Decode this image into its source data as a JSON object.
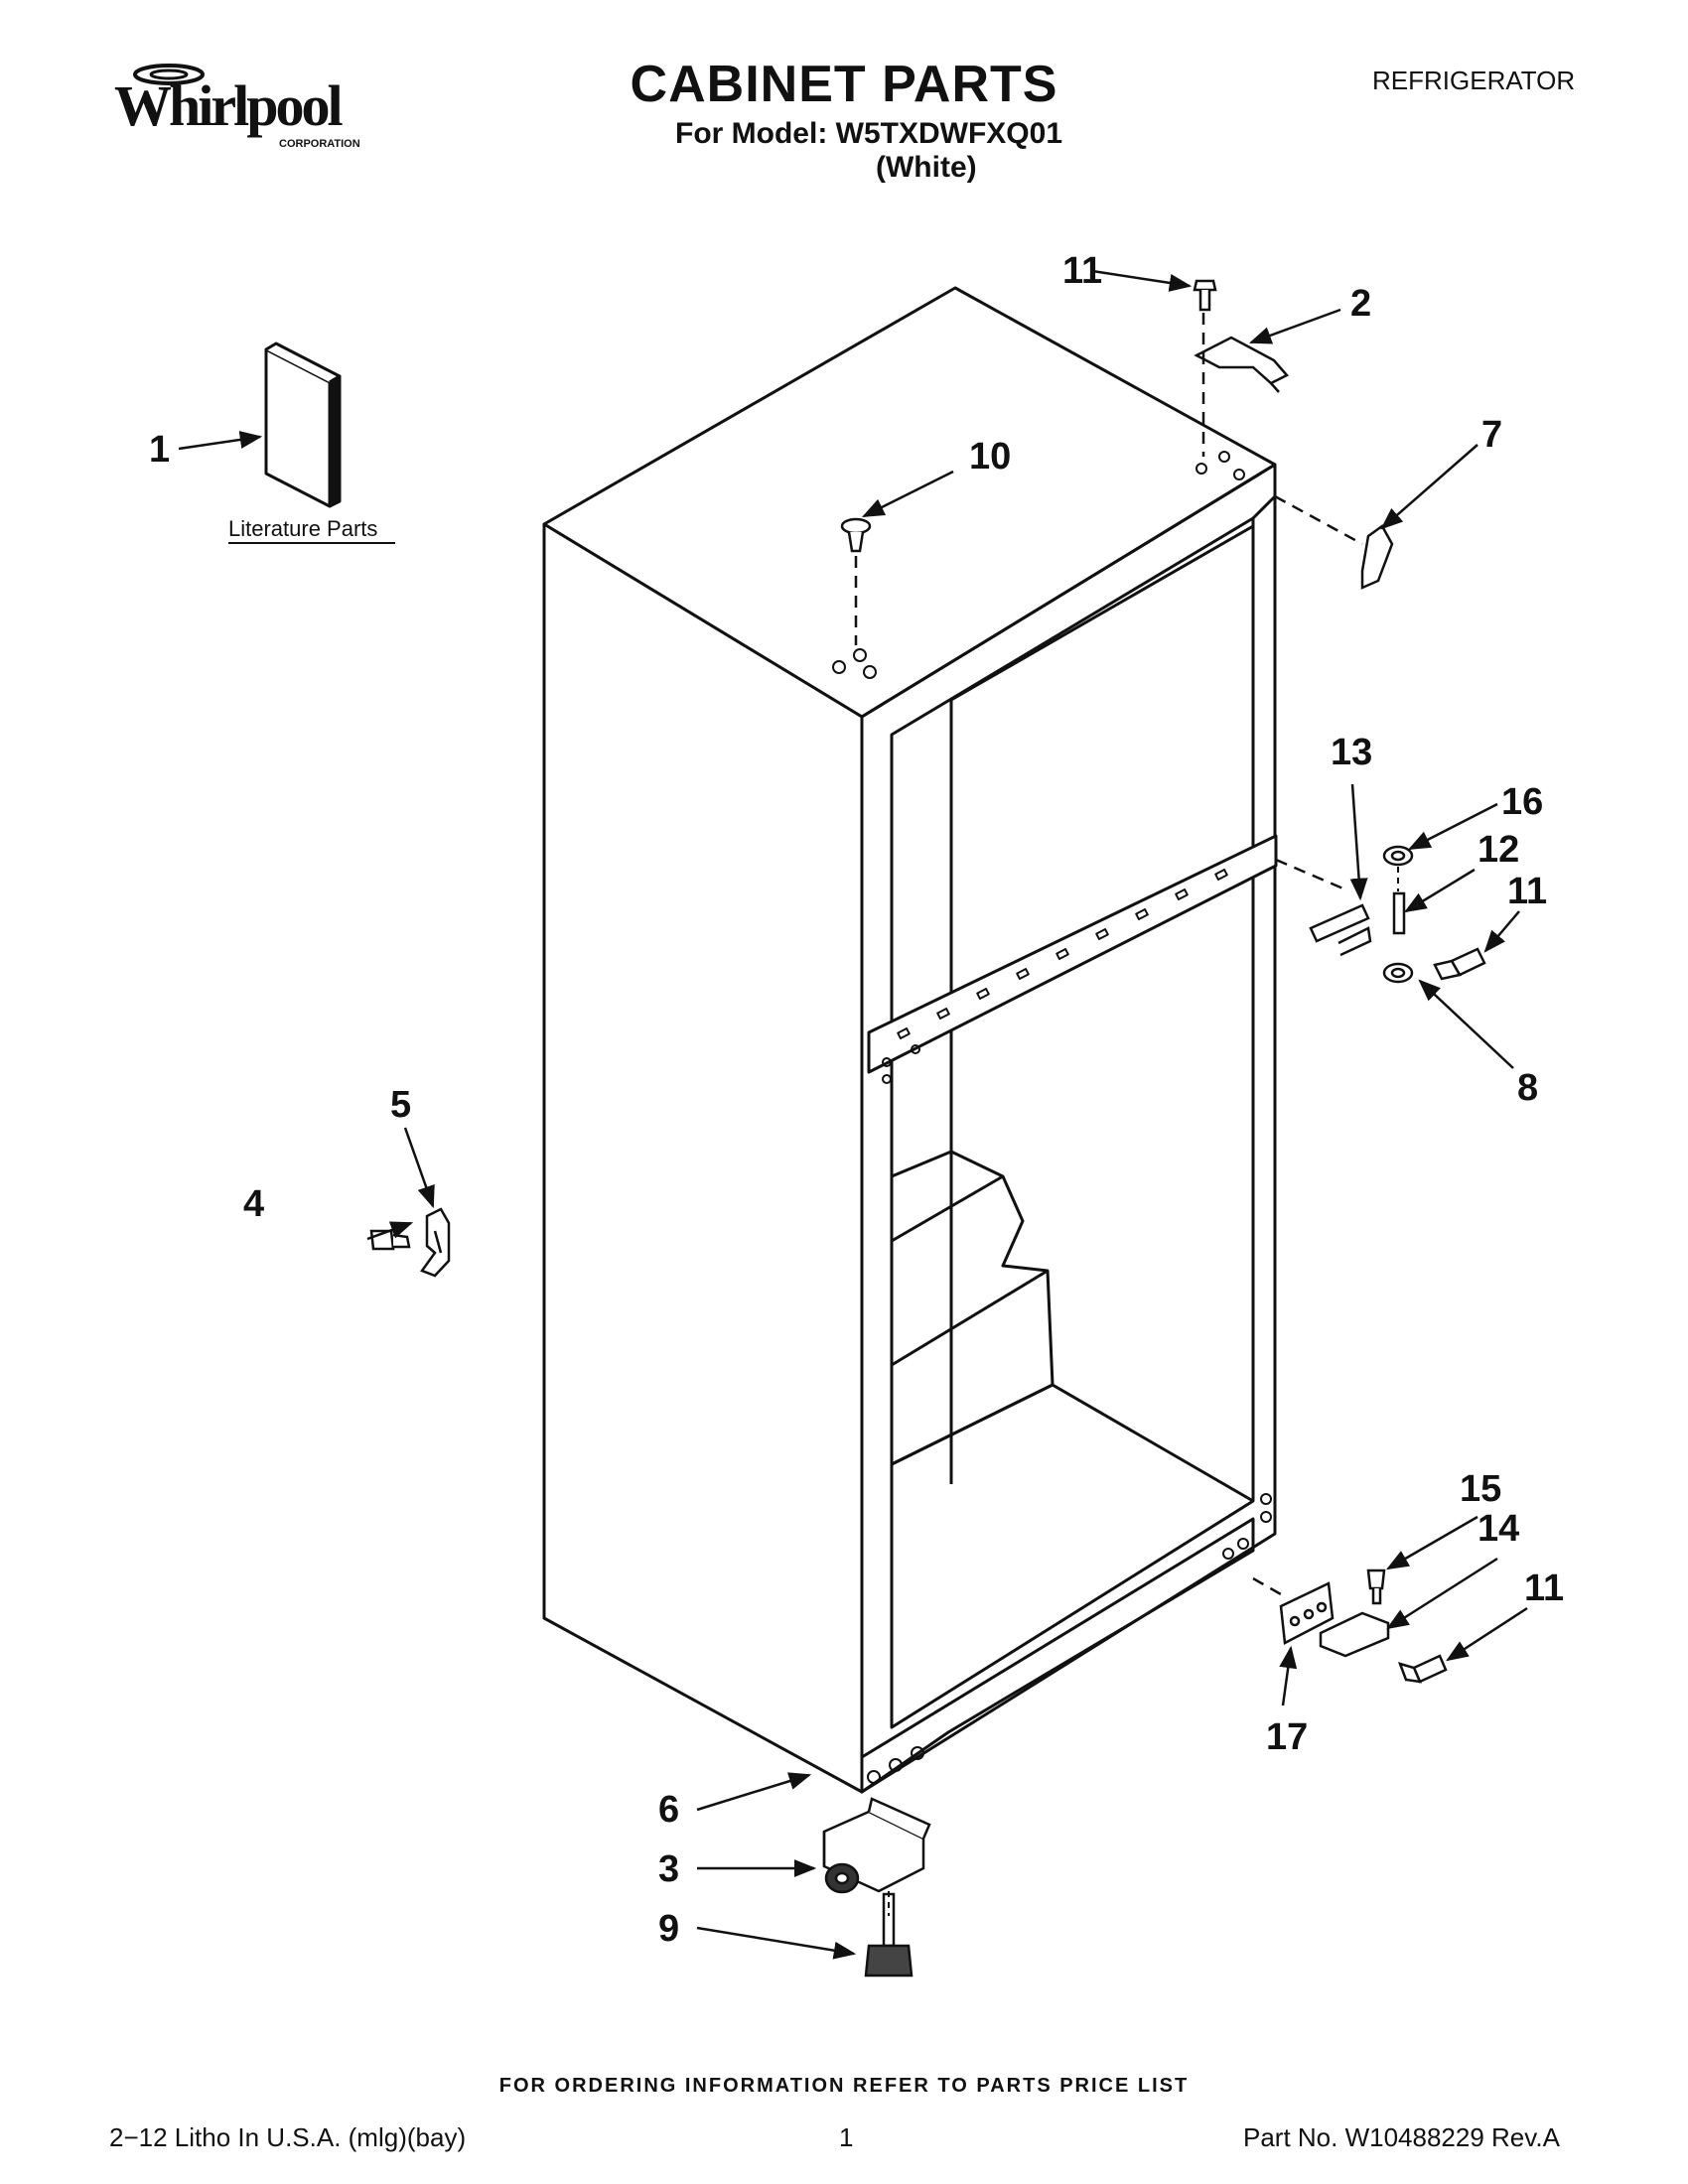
{
  "brand": {
    "name": "Whirlpool",
    "sub": "CORPORATION"
  },
  "header": {
    "title": "CABINET PARTS",
    "model_line": "For Model: W5TXDWFXQ01",
    "color_line": "(White)",
    "category": "REFRIGERATOR"
  },
  "literature": {
    "caption": "Literature Parts"
  },
  "callouts": {
    "c1": "1",
    "c2": "2",
    "c3": "3",
    "c4": "4",
    "c5": "5",
    "c6": "6",
    "c7": "7",
    "c8": "8",
    "c9": "9",
    "c10": "10",
    "c11_top": "11",
    "c11_mid": "11",
    "c11_bottom": "11",
    "c12": "12",
    "c13": "13",
    "c14": "14",
    "c15": "15",
    "c16": "16",
    "c17": "17"
  },
  "footer": {
    "ordering_note": "FOR ORDERING INFORMATION REFER TO PARTS PRICE LIST",
    "litho": "2−12 Litho In U.S.A. (mlg)(bay)",
    "page": "1",
    "part_no": "Part No. W10488229 Rev.A"
  }
}
